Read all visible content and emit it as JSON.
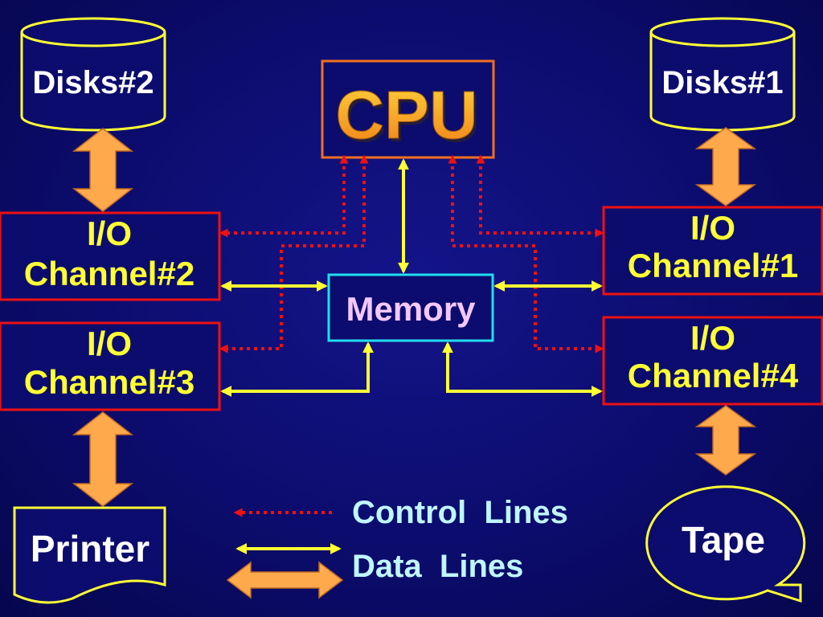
{
  "colors": {
    "background": "#0c0c6e",
    "yellow": "#ffff33",
    "red": "#ee1111",
    "cyan": "#22ddee",
    "orange": "#ffa94d",
    "cpu_fill_top": "#ffd23a",
    "cpu_fill_bottom": "#f08018",
    "memory_text": "#f3c8ff",
    "legend_text": "#bff6ff",
    "device_text": "#ffffff",
    "channel_text": "#ffff33"
  },
  "nodes": {
    "cpu": {
      "label": "CPU"
    },
    "memory": {
      "label": "Memory"
    },
    "disks2": {
      "label": "Disks#2"
    },
    "disks1": {
      "label": "Disks#1"
    },
    "printer": {
      "label": "Printer"
    },
    "tape": {
      "label": "Tape"
    },
    "channel2": {
      "line1": "I/O",
      "line2": "Channel#2"
    },
    "channel3": {
      "line1": "I/O",
      "line2": "Channel#3"
    },
    "channel1": {
      "line1": "I/O",
      "line2": "Channel#1"
    },
    "channel4": {
      "line1": "I/O",
      "line2": "Channel#4"
    }
  },
  "legend": {
    "control_lines": "Control  Lines",
    "data_lines": "Data  Lines"
  },
  "icons": {
    "device_link": "double-arrow-icon",
    "control": "dotted-arrow-icon",
    "data": "double-arrow-icon"
  }
}
